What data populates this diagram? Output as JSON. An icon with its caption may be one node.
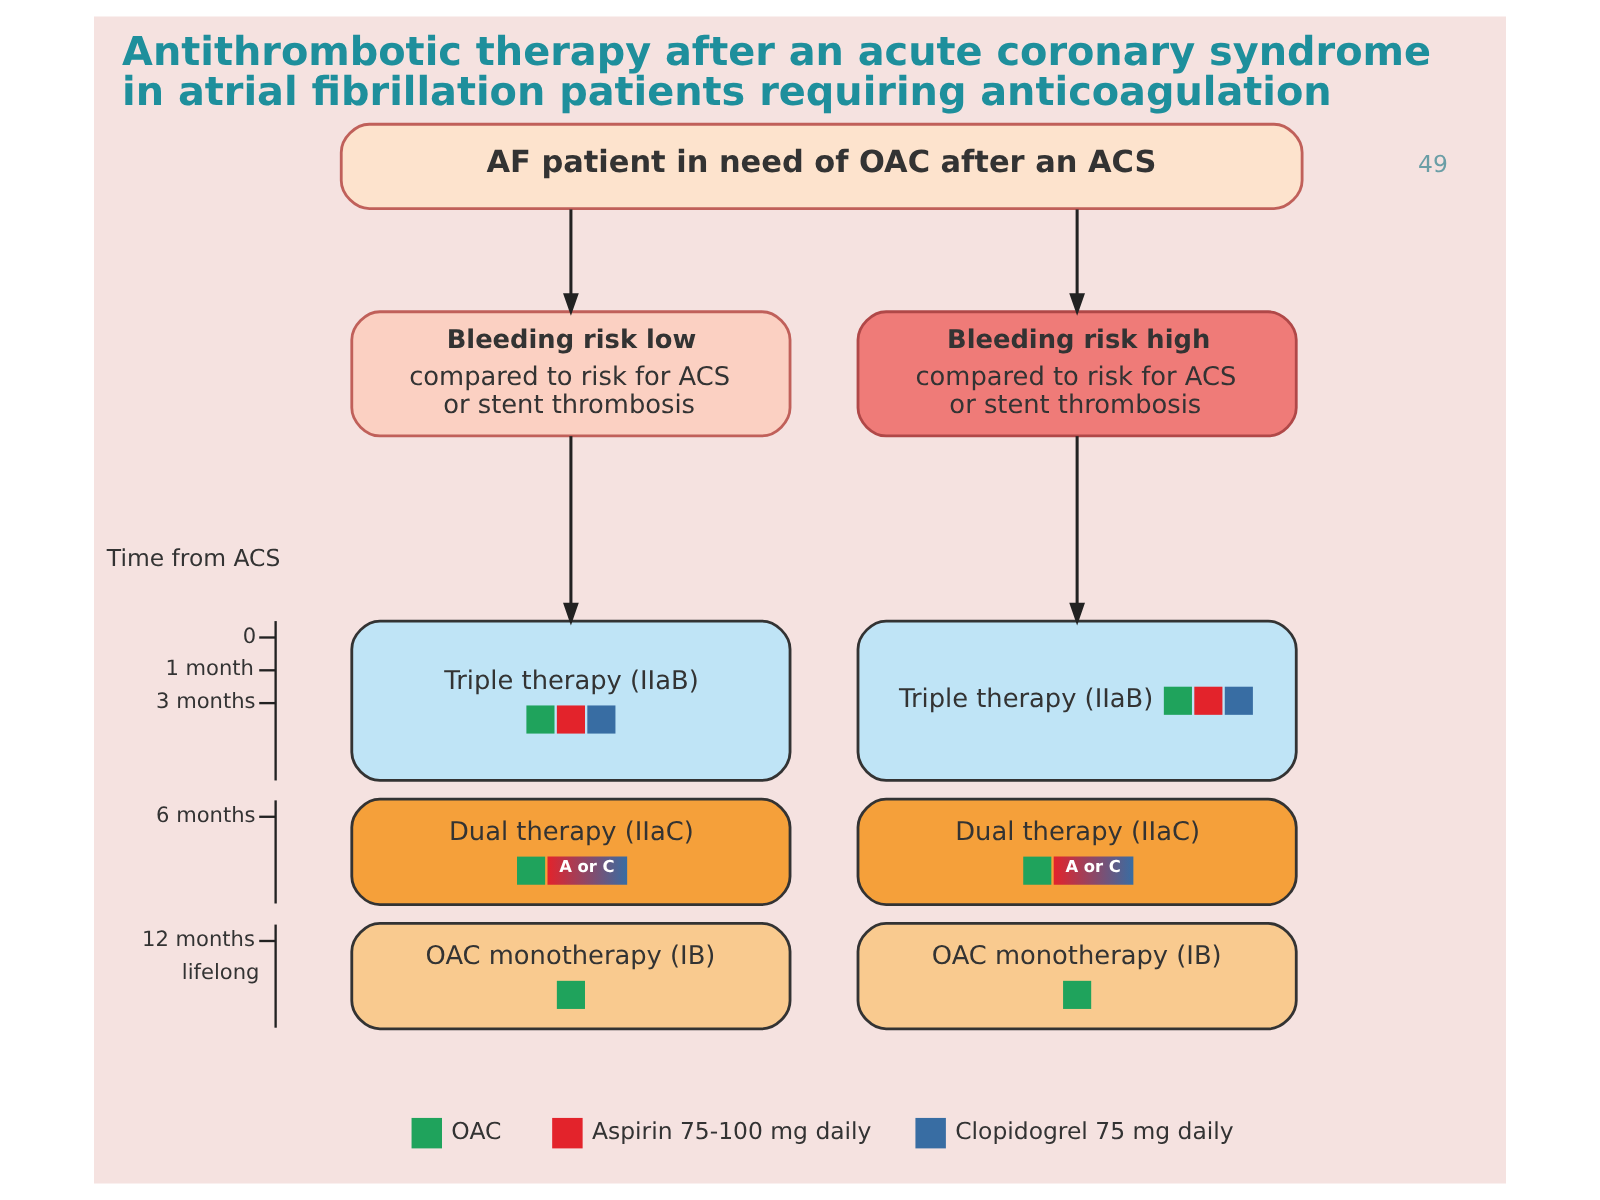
{
  "diagram": {
    "title": "Antithrombotic therapy after an acute coronary syndrome in atrial fibrillation patients requiring anticoagulation",
    "nodes": [
      {
        "text": [
          "AF patient in need of OAC after an ACS"
        ]
      },
      {
        "text": [
          "Bleeding risk low",
          "compared to risk for ACS or stent thrombosis"
        ]
      },
      {
        "text": [
          "Bleeding risk high",
          "compared to risk for ACS or stent thrombosis"
        ]
      },
      {
        "text": [
          "Triple therapy (IIaB)"
        ]
      },
      {
        "text": [
          "Dual therapy (IIaC)",
          "A or C"
        ]
      },
      {
        "text": [
          "OAC monotherapy (IB)"
        ]
      },
      {
        "text": [
          "Triple therapy (IIaB)"
        ]
      },
      {
        "text": [
          "Dual therapy (IIaC)",
          "A or C"
        ]
      },
      {
        "text": [
          "OAC monotherapy (IB)"
        ]
      }
    ],
    "edges": [
      {
        "from": 0,
        "to": 1,
        "arrow": "to"
      },
      {
        "from": 0,
        "to": 2,
        "arrow": "to"
      },
      {
        "from": 1,
        "to": 3,
        "arrow": "to"
      },
      {
        "from": 2,
        "to": 6,
        "arrow": "to"
      }
    ],
    "labels": [
      "49",
      "Time from ACS",
      "0",
      "1 month",
      "3 months",
      "6 months",
      "12 months",
      "lifelong"
    ],
    "legend": [
      {
        "text": "OAC",
        "color": "#1fa35c"
      },
      {
        "text": "Aspirin 75-100 mg daily",
        "color": "#e3232b"
      },
      {
        "text": "Clopidogrel 75 mg daily",
        "color": "#386da3"
      }
    ]
  }
}
